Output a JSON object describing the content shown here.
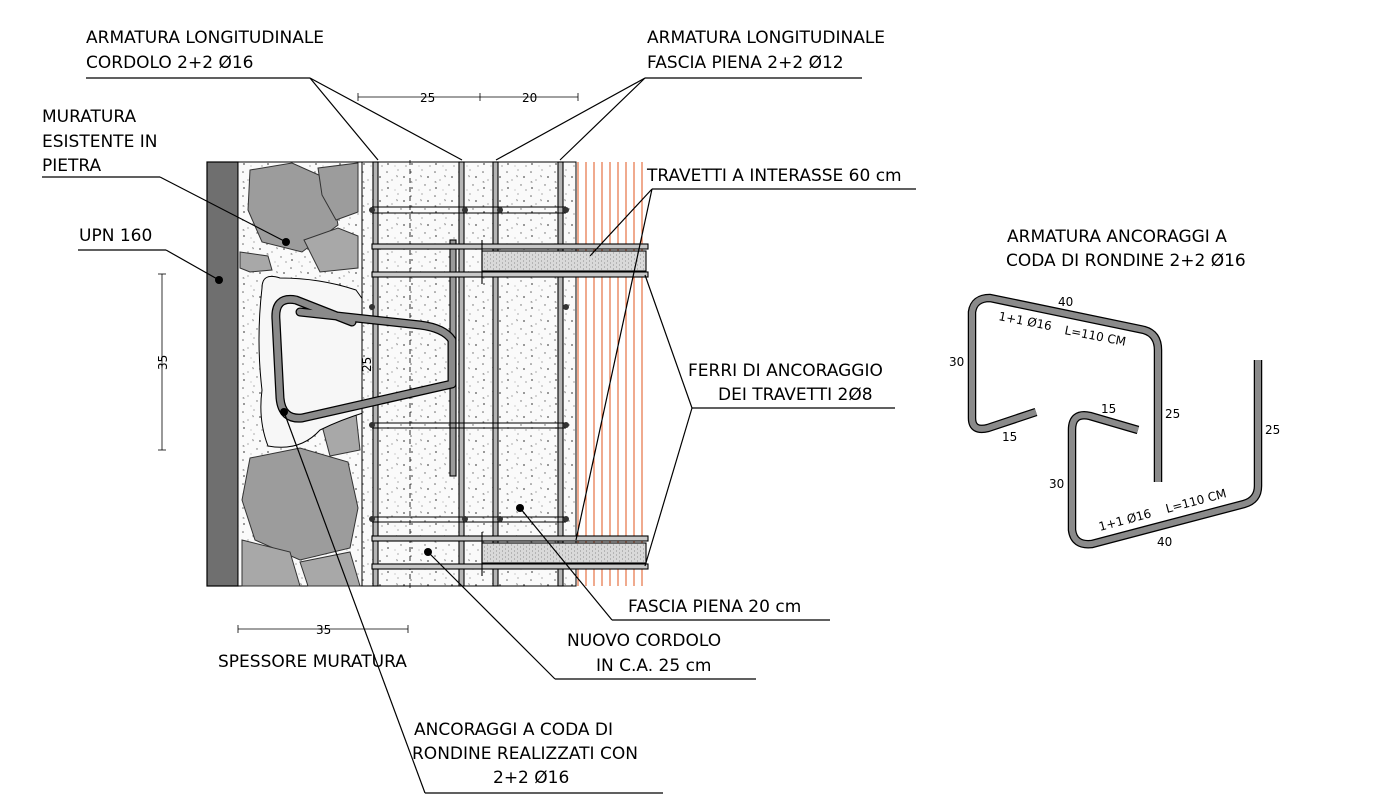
{
  "labels": {
    "long_cordolo_1": "ARMATURA LONGITUDINALE",
    "long_cordolo_2": "CORDOLO 2+2 Ø16",
    "long_fascia_1": "ARMATURA LONGITUDINALE",
    "long_fascia_2": "FASCIA PIENA 2+2 Ø12",
    "muratura_1": "MURATURA",
    "muratura_2": "ESISTENTE IN",
    "muratura_3": "PIETRA",
    "upn": "UPN 160",
    "travetti": "TRAVETTI A INTERASSE 60 cm",
    "ferri_1": "FERRI DI ANCORAGGIO",
    "ferri_2": "DEI TRAVETTI 2Ø8",
    "fascia": "FASCIA PIENA 20 cm",
    "cordolo_1": "NUOVO CORDOLO",
    "cordolo_2": "IN C.A. 25 cm",
    "spessore": "SPESSORE MURATURA",
    "ancoraggi_1": "ANCORAGGI A CODA DI",
    "ancoraggi_2": "RONDINE REALIZZATI CON",
    "ancoraggi_3": "2+2 Ø16",
    "detail_title_1": "ARMATURA ANCORAGGI A",
    "detail_title_2": "CODA DI RONDINE 2+2 Ø16"
  },
  "dimensions": {
    "top_left": "25",
    "top_right": "20",
    "vertical_left": "35",
    "bottom": "35",
    "inner_vertical": "25"
  },
  "bar_schedule": {
    "bar_a": {
      "top": "40",
      "left": "30",
      "hook": "15",
      "right": "25",
      "spec": "1+1 Ø16",
      "length": "L=110 CM"
    },
    "bar_b": {
      "top": "15",
      "left": "30",
      "bottom": "40",
      "right": "25",
      "spec": "1+1 Ø16",
      "length": "L=110 CM"
    }
  },
  "colors": {
    "steel": "#6f6f6f",
    "stone": "#9c9c9c",
    "concrete": "#f2f2f2",
    "timber_lines": "#e2541c",
    "rebar": "#8a8a8a"
  }
}
